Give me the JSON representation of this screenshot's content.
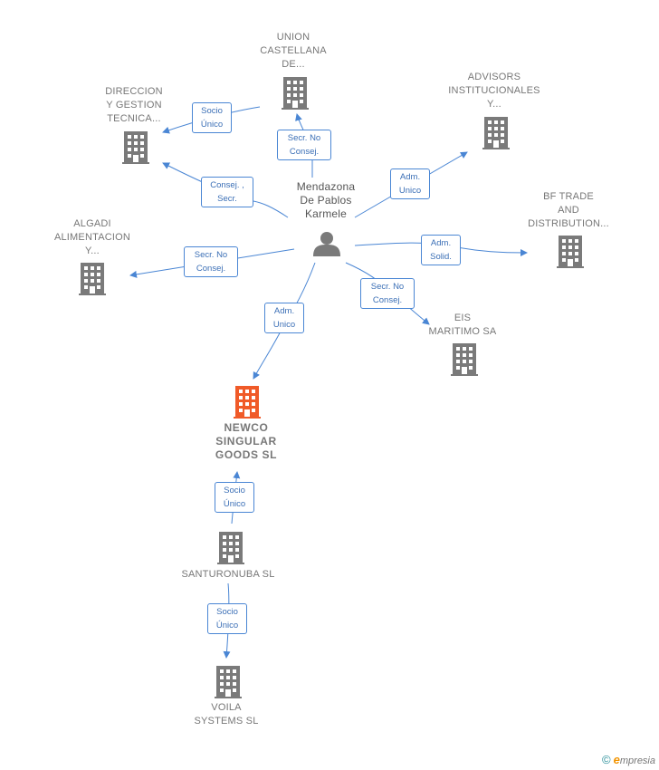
{
  "nodes": {
    "person": {
      "label": "Mendazona\nDe Pablos\nKarmele"
    },
    "union": {
      "label": "UNION\nCASTELLANA\nDE..."
    },
    "direccion": {
      "label": "DIRECCION\nY GESTION\nTECNICA..."
    },
    "advisors": {
      "label": "ADVISORS\nINSTITUCIONALES\nY..."
    },
    "bftrade": {
      "label": "BF TRADE\nAND\nDISTRIBUTION..."
    },
    "algadi": {
      "label": "ALGADI\nALIMENTACION\nY..."
    },
    "eis": {
      "label": "EIS\nMARITIMO SA"
    },
    "newco": {
      "label": "NEWCO\nSINGULAR\nGOODS  SL"
    },
    "santuronuba": {
      "label": "SANTURONUBA SL"
    },
    "voila": {
      "label": "VOILA\nSYSTEMS SL"
    }
  },
  "edges": {
    "socio_unico_direccion": "Socio\nÚnico",
    "secr_no_consej_union": "Secr.  No\nConsej.",
    "consej_secr_direccion": "Consej. ,\nSecr.",
    "adm_unico_advisors": "Adm.\nUnico",
    "adm_solid_bftrade": "Adm.\nSolid.",
    "secr_no_consej_algadi": "Secr.  No\nConsej.",
    "secr_no_consej_eis": "Secr.  No\nConsej.",
    "adm_unico_newco": "Adm.\nUnico",
    "socio_unico_newco": "Socio\nÚnico",
    "socio_unico_santuronuba": "Socio\nÚnico"
  },
  "footer": {
    "copyright": "©",
    "brand_e": "e",
    "brand_rest": "mpresia"
  },
  "colors": {
    "edge": "#4a86d4",
    "building": "#7a7a7a",
    "focus": "#f05a28"
  }
}
